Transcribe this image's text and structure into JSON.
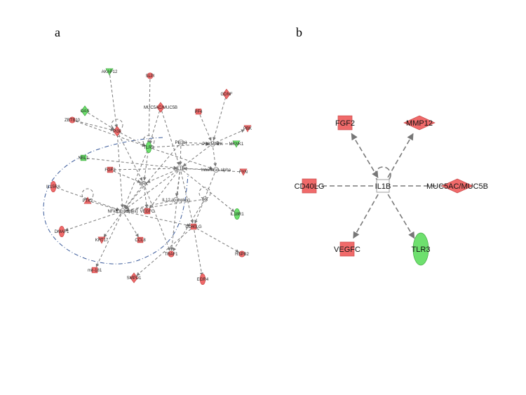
{
  "panels": {
    "a": {
      "label": "a",
      "nodes": [
        {
          "id": "AKAP12",
          "label": "AKAP12",
          "color": "green",
          "shape": "triangle-down"
        },
        {
          "id": "SLPI",
          "label": "SLPI",
          "color": "red",
          "shape": "circle"
        },
        {
          "id": "MUC5AC",
          "label": "MUC5AC/MUC5B",
          "color": "red",
          "shape": "diamond"
        },
        {
          "id": "PF4",
          "label": "PF4",
          "color": "red",
          "shape": "rect"
        },
        {
          "id": "GDNF",
          "label": "GDNF",
          "color": "red",
          "shape": "diamond"
        },
        {
          "id": "OAS",
          "label": "OAS",
          "color": "green",
          "shape": "diamond"
        },
        {
          "id": "ZBTB10",
          "label": "ZBTB10",
          "color": "red",
          "shape": "circle"
        },
        {
          "id": "PTGDS",
          "label": "Pi3k",
          "color": "red",
          "shape": "diamond"
        },
        {
          "id": "TLR3",
          "label": "TLR3",
          "color": "green",
          "shape": "ellipse"
        },
        {
          "id": "Pkc",
          "label": "Pkc(s)",
          "color": "white",
          "shape": "circle"
        },
        {
          "id": "P38",
          "label": "P38 MAPK",
          "color": "white",
          "shape": "circle"
        },
        {
          "id": "PBK",
          "label": "PBK",
          "color": "red",
          "shape": "triangle-down"
        },
        {
          "id": "MKNK1",
          "label": "MKNK1",
          "color": "green",
          "shape": "triangle-down"
        },
        {
          "id": "NBL1",
          "label": "NBL1",
          "color": "green",
          "shape": "rect"
        },
        {
          "id": "FGF2",
          "label": "FGF2",
          "color": "red",
          "shape": "rect"
        },
        {
          "id": "IFNA",
          "label": "Interferon alpha",
          "color": "white",
          "shape": "circle"
        },
        {
          "id": "FYN",
          "label": "FYN",
          "color": "red",
          "shape": "triangle-down"
        },
        {
          "id": "IL1B",
          "label": "IL1B",
          "color": "white",
          "shape": "square"
        },
        {
          "id": "IL15RA",
          "label": "IL15RA",
          "color": "red",
          "shape": "ellipse"
        },
        {
          "id": "ERK",
          "label": "ERK",
          "color": "white",
          "shape": "circle"
        },
        {
          "id": "PIM",
          "label": "PTK2",
          "color": "red",
          "shape": "triangle"
        },
        {
          "id": "IL12",
          "label": "IL12 (complex)",
          "color": "white",
          "shape": "circle"
        },
        {
          "id": "Ikk",
          "label": "Ikk",
          "color": "white",
          "shape": "circle"
        },
        {
          "id": "IL18R1",
          "label": "IL18R1",
          "color": "green",
          "shape": "ellipse"
        },
        {
          "id": "NFKB",
          "label": "NFkB (complex)",
          "color": "white",
          "shape": "circle"
        },
        {
          "id": "VEGFC",
          "label": "VEGFC",
          "color": "red",
          "shape": "rect"
        },
        {
          "id": "CD40LG",
          "label": "CD40LG",
          "color": "red",
          "shape": "rect"
        },
        {
          "id": "DMAP1",
          "label": "DMAP1",
          "color": "red",
          "shape": "ellipse"
        },
        {
          "id": "KRT17",
          "label": "KRT17",
          "color": "red",
          "shape": "triangle-down"
        },
        {
          "id": "CCL8",
          "label": "CCL8",
          "color": "red",
          "shape": "rect"
        },
        {
          "id": "TRAF1",
          "label": "TRAF1",
          "color": "red",
          "shape": "circle"
        },
        {
          "id": "HSPB2",
          "label": "HSPB2",
          "color": "red",
          "shape": "circle"
        },
        {
          "id": "MIR181",
          "label": "mir-181",
          "color": "red",
          "shape": "rect"
        },
        {
          "id": "SMPD1",
          "label": "SMPD1",
          "color": "red",
          "shape": "diamond"
        },
        {
          "id": "EGR4",
          "label": "EGR4",
          "color": "red",
          "shape": "ellipse"
        }
      ]
    },
    "b": {
      "label": "b",
      "nodes": [
        {
          "id": "FGF2",
          "label": "FGF2",
          "color": "red",
          "shape": "rect"
        },
        {
          "id": "MMP12",
          "label": "MMP12",
          "color": "red",
          "shape": "diamond"
        },
        {
          "id": "CD40LG",
          "label": "CD40LG",
          "color": "red",
          "shape": "rect"
        },
        {
          "id": "IL1B",
          "label": "IL1B",
          "color": "white",
          "shape": "square"
        },
        {
          "id": "MUC5AC",
          "label": "MUC5AC/MUC5B",
          "color": "red",
          "shape": "diamond"
        },
        {
          "id": "VEGFC",
          "label": "VEGFC",
          "color": "red",
          "shape": "rect"
        },
        {
          "id": "TLR3",
          "label": "TLR3",
          "color": "green",
          "shape": "ellipse"
        }
      ]
    }
  },
  "colors": {
    "red": "#f06a6a",
    "green": "#6ee06e",
    "white": "#ffffff",
    "edge": "#7a7a7a",
    "cluster": "#3a5a9a"
  }
}
